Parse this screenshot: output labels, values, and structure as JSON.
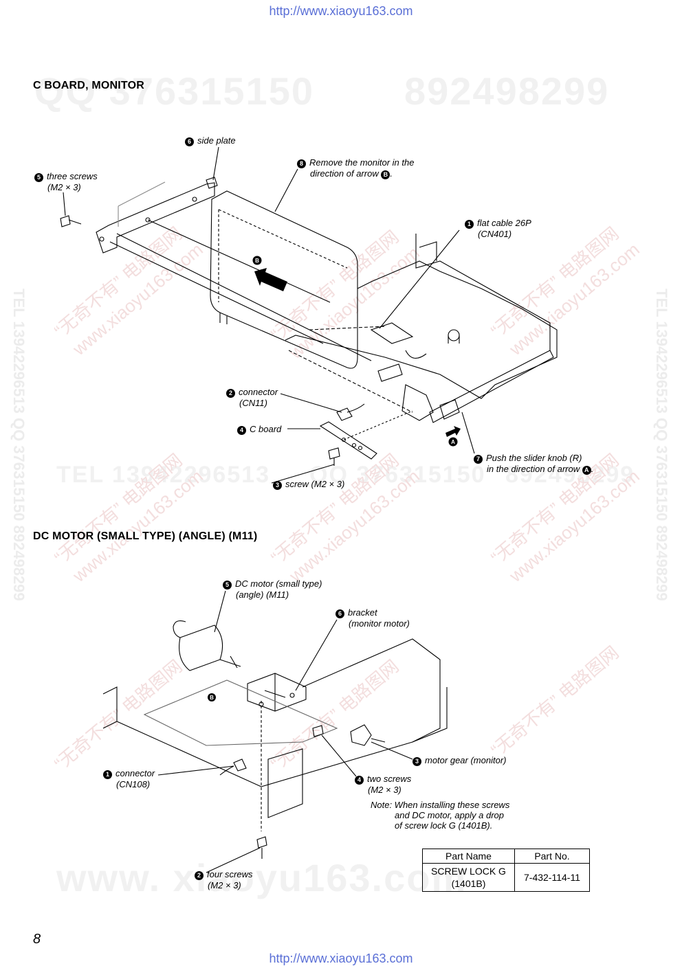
{
  "header_url": "http://www.xiaoyu163.com",
  "footer_url": "http://www.xiaoyu163.com",
  "watermarks": {
    "big_top_1": "QQ 376315150",
    "big_top_2": "892498299",
    "big_mid_1": "TEL 13942296513",
    "big_mid_2": "QQ 376315150",
    "big_mid_3": "892498299",
    "big_bottom": "www. xiaoyu163.com",
    "side_left": "TEL 13942296513  QQ 376315150  892498299",
    "side_right": "TEL 13942296513  QQ 376315150  892498299",
    "diag_text": "“无奇不有” 电路图网",
    "diag_url": "www.xiaoyu163.com"
  },
  "section1": {
    "title": "C  BOARD,  MONITOR",
    "labels": {
      "side_plate": {
        "num": "6",
        "line1": "side plate"
      },
      "three_screws": {
        "num": "5",
        "line1": "three screws",
        "line2": "(M2 × 3)"
      },
      "remove_monitor": {
        "num": "8",
        "line1": "Remove the monitor in the",
        "line2": "direction of arrow",
        "arrow": "B",
        "end": "."
      },
      "flat_cable": {
        "num": "1",
        "line1": "flat cable 26P",
        "line2": "(CN401)"
      },
      "connector": {
        "num": "2",
        "line1": "connector",
        "line2": "(CN11)"
      },
      "c_board": {
        "num": "4",
        "line1": "C board"
      },
      "screw": {
        "num": "3",
        "line1": "screw (M2 × 3)"
      },
      "slider": {
        "num": "7",
        "line1": "Push the slider knob (R)",
        "line2": "in the direction of arrow",
        "arrow": "A",
        "end": "."
      }
    },
    "arrow_a": "A",
    "arrow_b": "B"
  },
  "section2": {
    "title": "DC  MOTOR (SMALL  TYPE) (ANGLE) (M11)",
    "labels": {
      "dc_motor": {
        "num": "5",
        "line1": "DC motor (small type)",
        "line2": "(angle) (M11)"
      },
      "bracket": {
        "num": "6",
        "line1": "bracket",
        "line2": "(monitor motor)"
      },
      "motor_gear": {
        "num": "3",
        "line1": "motor gear (monitor)"
      },
      "two_screws": {
        "num": "4",
        "line1": "two screws",
        "line2": "(M2 × 3)"
      },
      "connector": {
        "num": "1",
        "line1": "connector",
        "line2": "(CN108)"
      },
      "four_screws": {
        "num": "2",
        "line1": "four screws",
        "line2": "(M2 × 3)"
      }
    },
    "board_mark": "B",
    "note": {
      "line1": "Note: When installing these screws",
      "line2": "and DC motor, apply a drop",
      "line3": "of screw lock G (1401B)."
    }
  },
  "parts_table": {
    "headers": [
      "Part Name",
      "Part No."
    ],
    "rows": [
      {
        "name_line1": "SCREW LOCK G",
        "name_line2": "(1401B)",
        "part_no": "7-432-114-11"
      }
    ]
  },
  "page_number": "8"
}
